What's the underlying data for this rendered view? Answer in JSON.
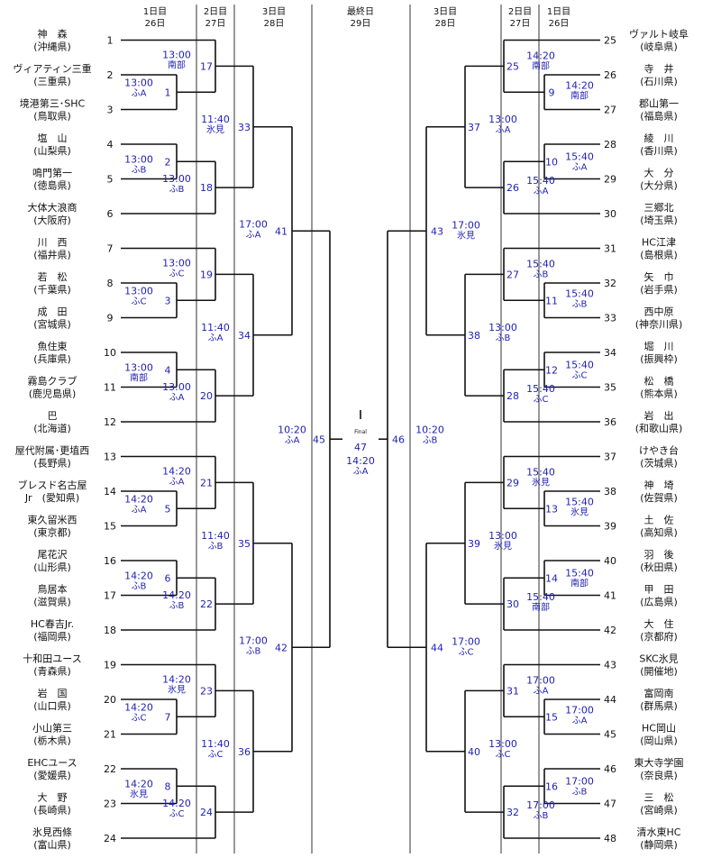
{
  "header": {
    "day1": {
      "label": "1日目",
      "date": "26日"
    },
    "day2": {
      "label": "2日目",
      "date": "27日"
    },
    "day3": {
      "label": "3日目",
      "date": "28日"
    },
    "final": {
      "label": "最終日",
      "date": "29日"
    }
  },
  "left_teams": [
    {
      "num": "1",
      "name": "神　森",
      "pref": "(沖縄県)"
    },
    {
      "num": "2",
      "name": "ヴィアティン三重",
      "pref": "(三重県)"
    },
    {
      "num": "3",
      "name": "境港第三･SHC",
      "pref": "(鳥取県)"
    },
    {
      "num": "4",
      "name": "塩　山",
      "pref": "(山梨県)"
    },
    {
      "num": "5",
      "name": "鳴門第一",
      "pref": "(徳島県)"
    },
    {
      "num": "6",
      "name": "大体大浪商",
      "pref": "(大阪府)"
    },
    {
      "num": "7",
      "name": "川　西",
      "pref": "(福井県)"
    },
    {
      "num": "8",
      "name": "若　松",
      "pref": "(千葉県)"
    },
    {
      "num": "9",
      "name": "成　田",
      "pref": "(宮城県)"
    },
    {
      "num": "10",
      "name": "魚住東",
      "pref": "(兵庫県)"
    },
    {
      "num": "11",
      "name": "霧島クラブ",
      "pref": "(鹿児島県)"
    },
    {
      "num": "12",
      "name": "巴",
      "pref": "(北海道)"
    },
    {
      "num": "13",
      "name": "屋代附属･更埴西",
      "pref": "(長野県)"
    },
    {
      "num": "14",
      "name": "ブレスド名古屋",
      "pref": "Jr　(愛知県)"
    },
    {
      "num": "15",
      "name": "東久留米西",
      "pref": "(東京都)"
    },
    {
      "num": "16",
      "name": "尾花沢",
      "pref": "(山形県)"
    },
    {
      "num": "17",
      "name": "鳥居本",
      "pref": "(滋賀県)"
    },
    {
      "num": "18",
      "name": "HC春吉Jr.",
      "pref": "(福岡県)"
    },
    {
      "num": "19",
      "name": "十和田ユース",
      "pref": "(青森県)"
    },
    {
      "num": "20",
      "name": "岩　国",
      "pref": "(山口県)"
    },
    {
      "num": "21",
      "name": "小山第三",
      "pref": "(栃木県)"
    },
    {
      "num": "22",
      "name": "EHCユース",
      "pref": "(愛媛県)"
    },
    {
      "num": "23",
      "name": "大　野",
      "pref": "(長崎県)"
    },
    {
      "num": "24",
      "name": "氷見西條",
      "pref": "(富山県)"
    }
  ],
  "right_teams": [
    {
      "num": "25",
      "name": "ヴァルト岐阜",
      "pref": "(岐阜県)"
    },
    {
      "num": "26",
      "name": "寺　井",
      "pref": "(石川県)"
    },
    {
      "num": "27",
      "name": "郡山第一",
      "pref": "(福島県)"
    },
    {
      "num": "28",
      "name": "綾　川",
      "pref": "(香川県)"
    },
    {
      "num": "29",
      "name": "大　分",
      "pref": "(大分県)"
    },
    {
      "num": "30",
      "name": "三郷北",
      "pref": "(埼玉県)"
    },
    {
      "num": "31",
      "name": "HC江津",
      "pref": "(島根県)"
    },
    {
      "num": "32",
      "name": "矢　巾",
      "pref": "(岩手県)"
    },
    {
      "num": "33",
      "name": "西中原",
      "pref": "(神奈川県)"
    },
    {
      "num": "34",
      "name": "堀　川",
      "pref": "(振興枠)"
    },
    {
      "num": "35",
      "name": "松　橋",
      "pref": "(熊本県)"
    },
    {
      "num": "36",
      "name": "岩　出",
      "pref": "(和歌山県)"
    },
    {
      "num": "37",
      "name": "けやき台",
      "pref": "(茨城県)"
    },
    {
      "num": "38",
      "name": "神　埼",
      "pref": "(佐賀県)"
    },
    {
      "num": "39",
      "name": "土　佐",
      "pref": "(高知県)"
    },
    {
      "num": "40",
      "name": "羽　後",
      "pref": "(秋田県)"
    },
    {
      "num": "41",
      "name": "甲　田",
      "pref": "(広島県)"
    },
    {
      "num": "42",
      "name": "大　住",
      "pref": "(京都府)"
    },
    {
      "num": "43",
      "name": "SKC氷見",
      "pref": "(開催地)"
    },
    {
      "num": "44",
      "name": "富岡南",
      "pref": "(群馬県)"
    },
    {
      "num": "45",
      "name": "HC岡山",
      "pref": "(岡山県)"
    },
    {
      "num": "46",
      "name": "東大寺学園",
      "pref": "(奈良県)"
    },
    {
      "num": "47",
      "name": "三　松",
      "pref": "(宮崎県)"
    },
    {
      "num": "48",
      "name": "清水東HC",
      "pref": "(静岡県)"
    }
  ],
  "matches": [
    {
      "num": "1",
      "time": "13:00",
      "venue": "ふA"
    },
    {
      "num": "2",
      "time": "13:00",
      "venue": "ふB"
    },
    {
      "num": "3",
      "time": "13:00",
      "venue": "ふC"
    },
    {
      "num": "4",
      "time": "13:00",
      "venue": "南部"
    },
    {
      "num": "5",
      "time": "14:20",
      "venue": "ふA"
    },
    {
      "num": "6",
      "time": "14:20",
      "venue": "ふB"
    },
    {
      "num": "7",
      "time": "14:20",
      "venue": "ふC"
    },
    {
      "num": "8",
      "time": "14:20",
      "venue": "氷見"
    },
    {
      "num": "9",
      "time": "14:20",
      "venue": "南部"
    },
    {
      "num": "10",
      "time": "15:40",
      "venue": "ふA"
    },
    {
      "num": "11",
      "time": "15:40",
      "venue": "ふB"
    },
    {
      "num": "12",
      "time": "15:40",
      "venue": "ふC"
    },
    {
      "num": "13",
      "time": "15:40",
      "venue": "氷見"
    },
    {
      "num": "14",
      "time": "15:40",
      "venue": "南部"
    },
    {
      "num": "15",
      "time": "17:00",
      "venue": "ふA"
    },
    {
      "num": "16",
      "time": "17:00",
      "venue": "ふB"
    },
    {
      "num": "17",
      "time": "13:00",
      "venue": "南部"
    },
    {
      "num": "18",
      "time": "13:00",
      "venue": "ふB"
    },
    {
      "num": "19",
      "time": "13:00",
      "venue": "ふC"
    },
    {
      "num": "20",
      "time": "13:00",
      "venue": "ふA"
    },
    {
      "num": "21",
      "time": "14:20",
      "venue": "ふA"
    },
    {
      "num": "22",
      "time": "14:20",
      "venue": "ふB"
    },
    {
      "num": "23",
      "time": "14:20",
      "venue": "氷見"
    },
    {
      "num": "24",
      "time": "14:20",
      "venue": "ふC"
    },
    {
      "num": "25",
      "time": "14:20",
      "venue": "南部"
    },
    {
      "num": "26",
      "time": "15:40",
      "venue": "ふA"
    },
    {
      "num": "27",
      "time": "15:40",
      "venue": "ふB"
    },
    {
      "num": "28",
      "time": "15:40",
      "venue": "ふC"
    },
    {
      "num": "29",
      "time": "15:40",
      "venue": "氷見"
    },
    {
      "num": "30",
      "time": "15:40",
      "venue": "南部"
    },
    {
      "num": "31",
      "time": "17:00",
      "venue": "ふA"
    },
    {
      "num": "32",
      "time": "17:00",
      "venue": "ふB"
    },
    {
      "num": "33",
      "time": "11:40",
      "venue": "氷見"
    },
    {
      "num": "34",
      "time": "11:40",
      "venue": "ふA"
    },
    {
      "num": "35",
      "time": "11:40",
      "venue": "ふB"
    },
    {
      "num": "36",
      "time": "11:40",
      "venue": "ふC"
    },
    {
      "num": "37",
      "time": "13:00",
      "venue": "ふA"
    },
    {
      "num": "38",
      "time": "13:00",
      "venue": "ふB"
    },
    {
      "num": "39",
      "time": "13:00",
      "venue": "氷見"
    },
    {
      "num": "40",
      "time": "13:00",
      "venue": "ふC"
    },
    {
      "num": "41",
      "time": "17:00",
      "venue": "ふA"
    },
    {
      "num": "42",
      "time": "17:00",
      "venue": "ふB"
    },
    {
      "num": "43",
      "time": "17:00",
      "venue": "氷見"
    },
    {
      "num": "44",
      "time": "17:00",
      "venue": "ふC"
    },
    {
      "num": "45",
      "time": "10:20",
      "venue": "ふA"
    },
    {
      "num": "46",
      "time": "10:20",
      "venue": "ふB"
    },
    {
      "num": "47",
      "time": "14:20",
      "venue": "ふA"
    }
  ],
  "final_caption": "Final",
  "colors": {
    "match": "#1f1fb3",
    "line": "#111111",
    "text": "#111111"
  }
}
